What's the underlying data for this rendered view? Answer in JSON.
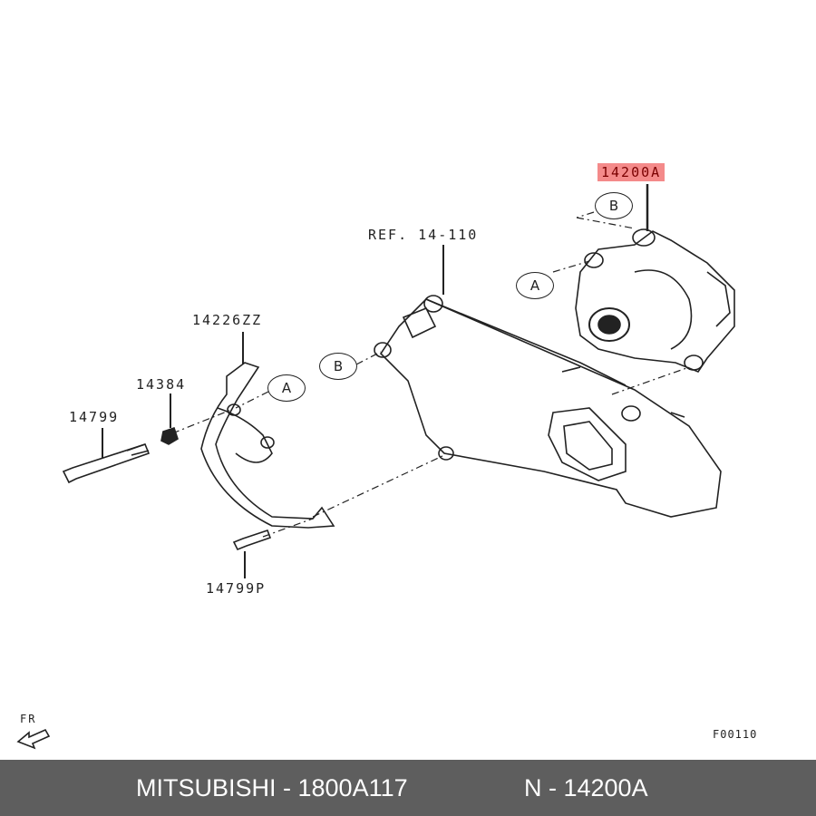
{
  "diagram": {
    "labels": {
      "highlighted_part": "14200A",
      "ref": "REF. 14-110",
      "bracket": "14226ZZ",
      "nut": "14384",
      "bolt": "14799",
      "bolt_p": "14799P",
      "figure_code": "F00110",
      "front_indicator": "FR"
    },
    "callouts": [
      "B",
      "A",
      "B",
      "A"
    ],
    "highlight_color": "#f48a8a"
  },
  "footer": {
    "brand_part": "MITSUBISHI - 1800A117",
    "ref_code": "N - 14200A"
  }
}
